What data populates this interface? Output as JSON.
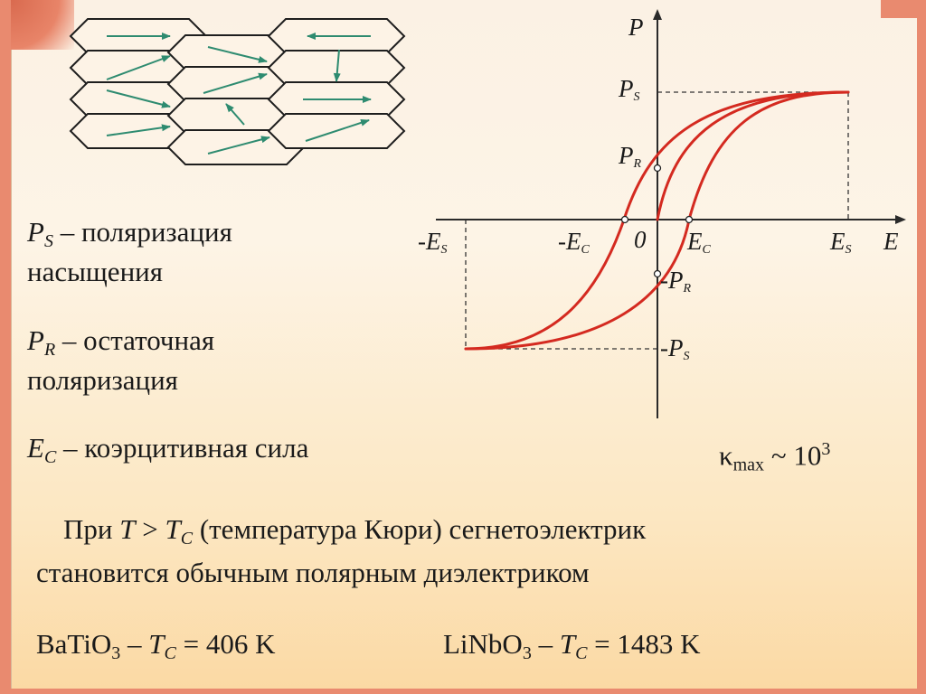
{
  "diagram": {
    "axis_labels": {
      "y": "P",
      "x": "E",
      "origin": "0"
    },
    "labels": {
      "ps": {
        "main": "P",
        "sub": "S"
      },
      "pr": {
        "main": "P",
        "sub": "R"
      },
      "npr": {
        "main": "-P",
        "sub": "R"
      },
      "nps": {
        "main": "-P",
        "sub": "S"
      },
      "nes": {
        "main": "-E",
        "sub": "S"
      },
      "nec": {
        "main": "-E",
        "sub": "C"
      },
      "ec": {
        "main": "E",
        "sub": "C"
      },
      "es": {
        "main": "E",
        "sub": "S"
      }
    },
    "curve_color": "#d42a20",
    "arrow_color": "#2e8b70"
  },
  "definitions": [
    {
      "symbol": "P",
      "sub": "S",
      "text": " – поляризация",
      "text2": "насыщения"
    },
    {
      "symbol": "P",
      "sub": "R",
      "text": " – остаточная",
      "text2": "поляризация"
    },
    {
      "symbol": "E",
      "sub": "C",
      "text": " – коэрцитивная сила"
    }
  ],
  "kappa": {
    "symbol": "κ",
    "sub": "max",
    "rest": " ~ 10",
    "sup": "3"
  },
  "paragraph": {
    "line1_a": "При  ",
    "T": "T",
    "gt": " > ",
    "Tc": "T",
    "Tc_sub": "C",
    "line1_b": "  (температура  Кюри)  сегнетоэлектрик",
    "line2": "становится обычным полярным диэлектриком"
  },
  "materials": [
    {
      "a": "BaTiO",
      "n": "3",
      "b": " – ",
      "T": "T",
      "sub": "C",
      "val": " = 406 K"
    },
    {
      "a": "LiNbO",
      "n": "3",
      "b": " – ",
      "T": "T",
      "sub": "C",
      "val": " = 1483 K"
    }
  ]
}
